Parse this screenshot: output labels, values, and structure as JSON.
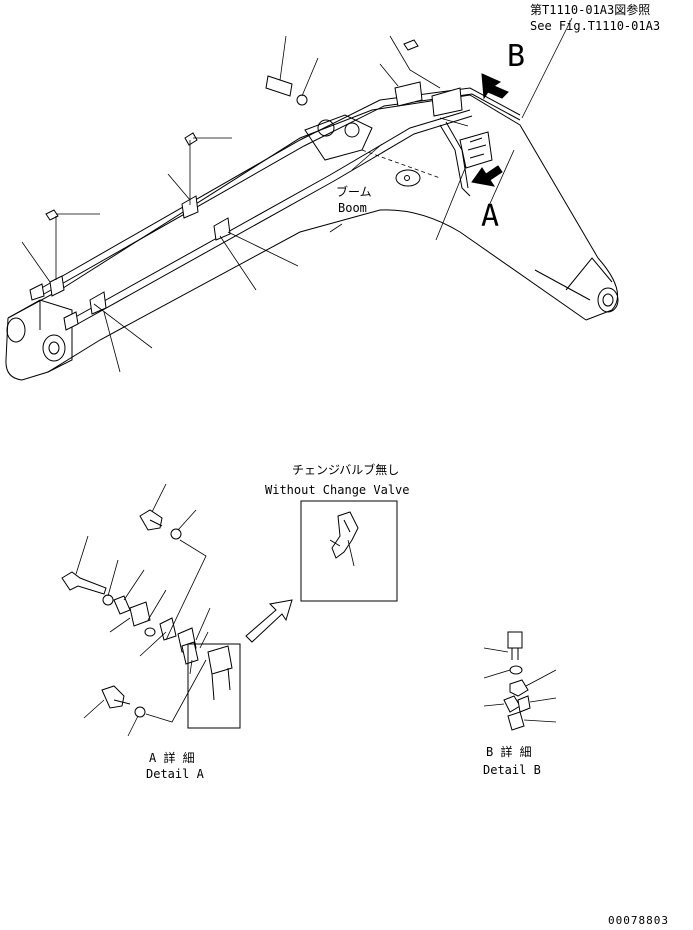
{
  "reference": {
    "japanese": "第T1110-01A3図参照",
    "english": "See Fig.T1110-01A3"
  },
  "view_labels": {
    "b": "B",
    "a": "A"
  },
  "boom": {
    "japanese": "ブーム",
    "english": "Boom"
  },
  "without_change_valve": {
    "japanese": "チェンジバルブ無し",
    "english": "Without Change Valve"
  },
  "detail_a": {
    "japanese": "A 詳 細",
    "english": "Detail A"
  },
  "detail_b": {
    "japanese": "B 詳 細",
    "english": "Detail B"
  },
  "drawing_number": "00078803"
}
